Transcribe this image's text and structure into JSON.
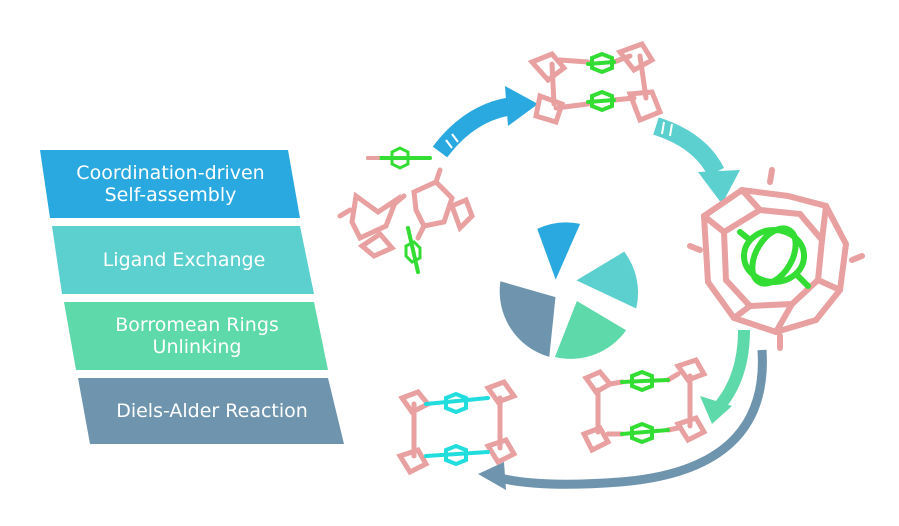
{
  "steps": [
    {
      "lines": [
        "Coordination-driven",
        "Self-assembly"
      ],
      "color": "#2aa9e0"
    },
    {
      "lines": [
        "Ligand Exchange"
      ],
      "color": "#5ccfcf"
    },
    {
      "lines": [
        "Borromean Rings",
        "Unlinking"
      ],
      "color": "#5ed9a9"
    },
    {
      "lines": [
        "Diels-Alder Reaction"
      ],
      "color": "#6e95ad"
    }
  ],
  "colors": {
    "metal_frame": "#e8a0a0",
    "ligand_green": "#33dd33",
    "ligand_cyan": "#22dddd",
    "arrow_blue": "#2aa9e0",
    "arrow_teal": "#5ccfcf",
    "arrow_mint": "#5ed9a9",
    "arrow_slate": "#6e95ad"
  },
  "icons": [
    "cycle-pie-icon",
    "curved-arrow-icon",
    "molecular-structure-icon"
  ]
}
